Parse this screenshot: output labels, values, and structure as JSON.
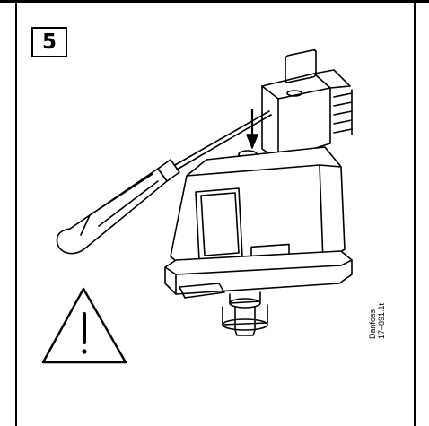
{
  "step": {
    "number": "5"
  },
  "brand": {
    "logo_text": "Danfoss"
  },
  "reference": {
    "line1": "Danfoss",
    "line2": "17–891.1t"
  },
  "colors": {
    "line": "#000000",
    "background": "#ffffff"
  },
  "icons": [
    "warning-triangle-icon",
    "screwdriver-icon",
    "arrow-down-icon"
  ]
}
